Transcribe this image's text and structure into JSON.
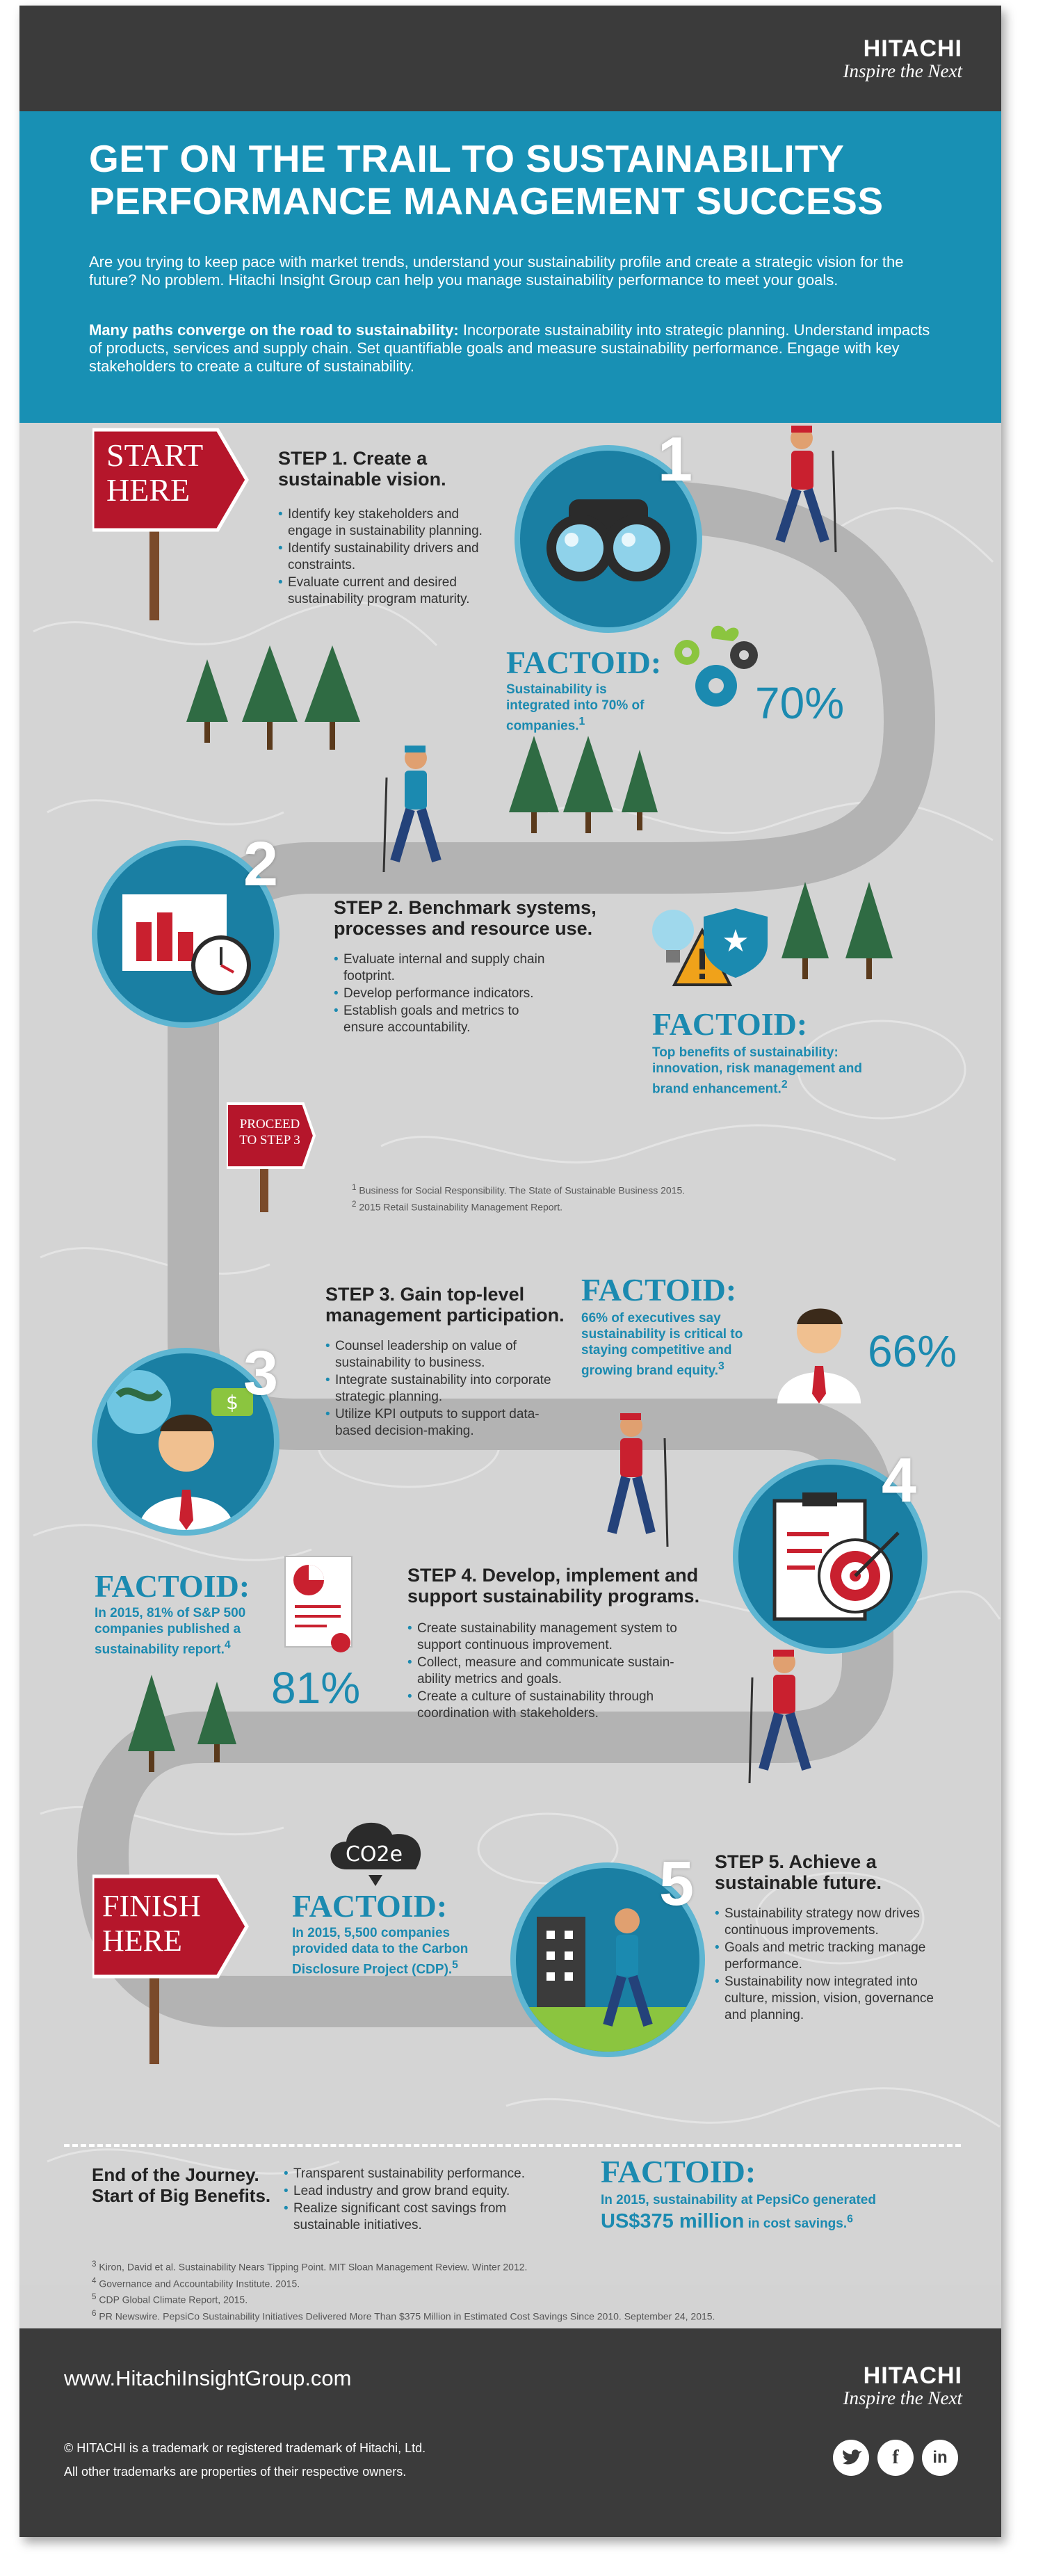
{
  "brand": {
    "name": "HITACHI",
    "tagline": "Inspire the Next"
  },
  "hero": {
    "title_line1": "GET ON THE TRAIL TO SUSTAINABILITY",
    "title_line2": "PERFORMANCE MANAGEMENT SUCCESS",
    "intro": "Are you trying to keep pace with market trends, understand your sustainability profile and create a strategic vision for the future? No problem. Hitachi Insight Group can help you manage sustainability performance to meet your goals.",
    "paths_lead": "Many paths converge on the road to sustainability:",
    "paths_text": " Incorporate sustainability into strategic planning. Understand impacts of products, services and supply chain. Set quantifiable goals and measure sustainability performance. Engage with key stakeholders to create a culture of sustainability."
  },
  "signs": {
    "start_line1": "START",
    "start_line2": "HERE",
    "proceed_line1": "PROCEED",
    "proceed_line2": "TO STEP 3",
    "finish_line1": "FINISH",
    "finish_line2": "HERE"
  },
  "steps": [
    {
      "number": "1",
      "title_line1": "STEP 1. Create a",
      "title_line2": "sustainable vision.",
      "bullets": [
        "Identify key stakeholders and engage in sustainability planning.",
        "Identify sustainability drivers and constraints.",
        "Evaluate current and desired sustainability program maturity."
      ]
    },
    {
      "number": "2",
      "title_line1": "STEP 2. Benchmark systems,",
      "title_line2": "processes and resource use.",
      "bullets": [
        "Evaluate internal and supply chain footprint.",
        "Develop performance indicators.",
        "Establish goals and metrics to ensure accountability."
      ]
    },
    {
      "number": "3",
      "title_line1": "STEP 3. Gain top-level",
      "title_line2": "management participation.",
      "bullets": [
        "Counsel leadership on value of sustainability to business.",
        "Integrate sustainability into corporate strategic planning.",
        "Utilize KPI outputs to support data-based decision-making."
      ]
    },
    {
      "number": "4",
      "title_line1": "STEP 4. Develop, implement and",
      "title_line2": "support sustainability programs.",
      "bullets": [
        "Create sustainability management system  to support continuous improvement.",
        "Collect, measure and communicate sustain-ability metrics and goals.",
        "Create a culture of sustainability through coordination with stakeholders."
      ]
    },
    {
      "number": "5",
      "title_line1": "STEP 5. Achieve a",
      "title_line2": "sustainable future.",
      "bullets": [
        "Sustainability strategy now drives continuous improvements.",
        "Goals and metric tracking manage performance.",
        "Sustainability now integrated into culture, mission, vision, governance and planning."
      ]
    }
  ],
  "factoids": [
    {
      "heading": "FACTOID:",
      "text": "Sustainability is integrated into 70% of companies.",
      "ref": "1",
      "stat": "70%"
    },
    {
      "heading": "FACTOID:",
      "text": "Top benefits of sustainability: innovation, risk management and brand enhancement.",
      "ref": "2"
    },
    {
      "heading": "FACTOID:",
      "text": "66% of executives say sustainability is critical to staying competitive and growing brand equity.",
      "ref": "3",
      "stat": "66%"
    },
    {
      "heading": "FACTOID:",
      "text": "In 2015, 81% of S&P 500 companies published a sustainability report.",
      "ref": "4",
      "stat": "81%"
    },
    {
      "heading": "FACTOID:",
      "text": "In 2015, 5,500 companies provided data to the Carbon Disclosure Project (CDP).",
      "ref": "5",
      "badge": "CO2e"
    },
    {
      "heading": "FACTOID:",
      "text_pre": "In 2015, sustainability at PepsiCo generated",
      "big": "US$375 million",
      "text_post": " in cost savings.",
      "ref": "6"
    }
  ],
  "mid_refs": [
    "Business for Social Responsibility. The State of Sustainable Business 2015.",
    "2015 Retail Sustainability Management Report."
  ],
  "benefits": {
    "title_line1": "End of the Journey.",
    "title_line2": "Start of Big Benefits.",
    "bullets": [
      "Transparent sustainability performance.",
      "Lead industry and grow brand equity.",
      "Realize significant cost savings from sustainable initiatives."
    ]
  },
  "footnotes": [
    "Kiron, David et al. Sustainability Nears Tipping Point. MIT Sloan Management Review. Winter 2012.",
    "Governance and Accountability Institute. 2015.",
    "CDP Global Climate Report, 2015.",
    "PR Newswire. PepsiCo Sustainability Initiatives Delivered More Than $375 Million in Estimated Cost Savings Since 2010. September 24, 2015."
  ],
  "footer": {
    "url": "www.HitachiInsightGroup.com",
    "trademark1": "© HITACHI is a trademark or registered trademark of Hitachi, Ltd.",
    "trademark2": "All other trademarks are properties of their respective owners."
  },
  "colors": {
    "teal": "#1890b4",
    "dark": "#3b3b3b",
    "red": "#b5162b",
    "road": "#b3b3b3",
    "tree": "#2f6b43"
  }
}
